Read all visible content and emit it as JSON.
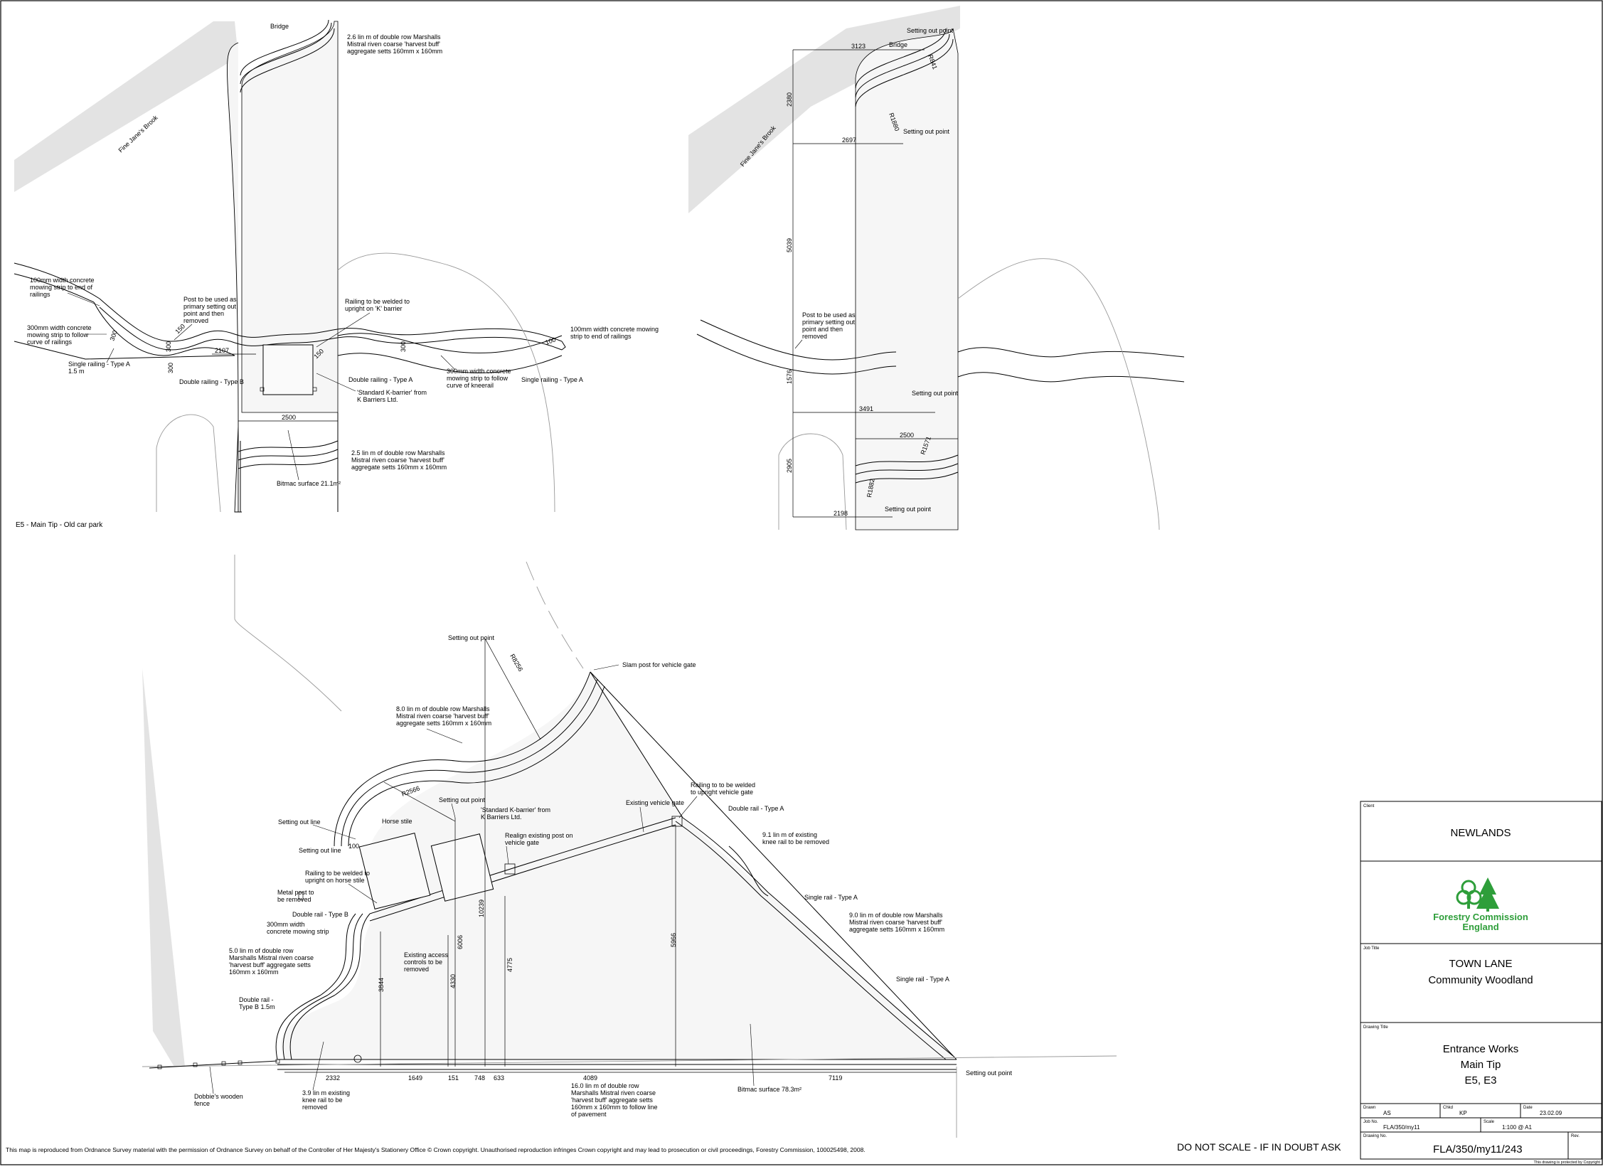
{
  "top_left": {
    "bridge": "Bridge",
    "brook": "Fine Jane's Brook",
    "setts_top": [
      "2.6 lin m of double row Marshalls",
      "Mistral riven coarse 'harvest buff'",
      "aggregate setts 160mm x 160mm"
    ],
    "mowing_end_left": [
      "100mm width concrete",
      "mowing strip to end of",
      "railings"
    ],
    "mowing_300_left": [
      "300mm width concrete",
      "mowing strip to follow",
      "curve of railings"
    ],
    "post_setting": [
      "Post to be used as",
      "primary setting out",
      "point and then",
      "removed"
    ],
    "railing_weld": [
      "Railing to be welded to",
      "upright on 'K' barrier"
    ],
    "mowing_end_right": [
      "100mm width concrete mowing",
      "strip to end of railings"
    ],
    "single_railing": [
      "Single railing - Type A",
      "1.5 m"
    ],
    "double_railing_b": "Double railing - Type B",
    "double_railing_a": "Double railing - Type A",
    "kbarrier": [
      "'Standard K-barrier' from",
      "K Barriers Ltd."
    ],
    "mowing_kneerail": [
      "300mm width concrete",
      "mowing strip to follow",
      "curve of kneerail"
    ],
    "single_railing_a": "Single railing - Type A",
    "setts_bottom": [
      "2.5 lin m of double row Marshalls",
      "Mistral riven coarse 'harvest buff'",
      "aggregate setts 160mm x 160mm"
    ],
    "bitmac": "Bitmac surface 21.1m²",
    "dims": {
      "d2107": "2107",
      "d2500": "2500",
      "d100": "100",
      "d300a": "300",
      "d300b": "300",
      "d300c": "300",
      "d300d": "300",
      "d150a": "150",
      "d150b": "150"
    }
  },
  "section_label": "E5 - Main Tip - Old car park",
  "top_right": {
    "brook": "Fine Jane's Brook",
    "bridge": "Bridge",
    "setting_out": "Setting out point",
    "post_setting": [
      "Post to be used as",
      "primary setting out",
      "point and then",
      "removed"
    ],
    "dims": {
      "d3123": "3123",
      "d2697": "2697",
      "d2380": "2380",
      "d5039": "5039",
      "d1576": "1576",
      "d3491": "3491",
      "d2500": "2500",
      "d2905": "2905",
      "d2198": "2198",
      "r1880": "R1880",
      "r1571": "R1571",
      "r1882": "R1882",
      "r841": "R841"
    }
  },
  "bottom": {
    "setting_out_point": "Setting out point",
    "slam_post": "Slam post for vehicle gate",
    "setts_8": [
      "8.0 lin m of double row Marshalls",
      "Mistral riven coarse 'harvest buff'",
      "aggregate setts 160mm x 160mm"
    ],
    "railing_gate": [
      "Railing to to be welded",
      "to upright vehicle gate"
    ],
    "existing_gate": "Existing vehicle gate",
    "double_rail_a": "Double rail - Type A",
    "kneerail_9_1": [
      "9.1 lin m of existing",
      "knee rail to be removed"
    ],
    "setting_out_line": "Setting out line",
    "horse_stile": "Horse stile",
    "kbarrier": [
      "'Standard K-barrier' from",
      "K Barriers Ltd."
    ],
    "realign": [
      "Realign existing post on",
      "vehicle gate"
    ],
    "railing_stile": [
      "Railing to be welded to",
      "upright on horse stile"
    ],
    "metal_post": [
      "Metal post to",
      "be removed"
    ],
    "double_rail_b": "Double rail - Type B",
    "mowing_300": [
      "300mm width",
      "concrete mowing strip"
    ],
    "single_rail_a": "Single rail - Type A",
    "setts_9": [
      "9.0 lin m of double row Marshalls",
      "Mistral riven coarse 'harvest buff'",
      "aggregate setts 160mm x 160mm"
    ],
    "setts_5": [
      "5.0 lin m of double row",
      "Marshalls Mistral riven coarse",
      "'harvest buff' aggregate setts",
      "160mm x 160mm"
    ],
    "access_controls": [
      "Existing access",
      "controls to be",
      "removed"
    ],
    "double_rail_b15": [
      "Double rail -",
      "Type B 1.5m"
    ],
    "dobbies": [
      "Dobbie's wooden",
      "fence"
    ],
    "kneerail_3_9": [
      "3.9 lin m existing",
      "knee rail to be",
      "removed"
    ],
    "setts_16": [
      "16.0 lin m of double row",
      "Marshalls Mistral riven coarse",
      "'harvest buff' aggregate setts",
      "160mm x 160mm to follow line",
      "of pavement"
    ],
    "bitmac": "Bitmac surface 78.3m²",
    "dims": {
      "d2332": "2332",
      "d1649": "1649",
      "d151": "151",
      "d748": "748",
      "d633": "633",
      "d4089": "4089",
      "d7119": "7119",
      "d3844": "3844",
      "d4330": "4330",
      "d6006": "6006",
      "d10239": "10239",
      "d4775": "4775",
      "d5966": "5966",
      "r8256": "R8256",
      "r2566": "R2566",
      "d100": "100"
    }
  },
  "notice": "This map is reproduced from Ordnance Survey material with the permission of Ordnance Survey on behalf of the Controller of Her Majesty's Stationery Office © Crown copyright. Unauthorised reproduction infringes Crown copyright and may lead to prosecution or civil proceedings, Forestry Commission, 100025498, 2008.",
  "do_not_scale": "DO NOT SCALE - IF IN DOUBT ASK",
  "title_block": {
    "client_label": "Client",
    "client": "NEWLANDS",
    "logo_text": [
      "Forestry Commission",
      "England"
    ],
    "job_title_label": "Job Title",
    "job_title": [
      "TOWN LANE",
      "Community Woodland"
    ],
    "drawing_title_label": "Drawing Title",
    "drawing_title": [
      "Entrance Works",
      "Main Tip",
      "E5, E3"
    ],
    "drawn_label": "Drawn",
    "drawn": "AS",
    "chkd_label": "Chkd",
    "chkd": "KP",
    "date_label": "Date",
    "date": "23.02.09",
    "job_no_label": "Job No.",
    "job_no": "FLA/350/my11",
    "scale_label": "Scale",
    "scale": "1:100 @ A1",
    "drawing_no_label": "Drawing No.",
    "drawing_no": "FLA/350/my11/243",
    "rev_label": "Rev.",
    "copyright": "This drawing is protected by Copyright"
  },
  "colors": {
    "logo_green": "#2e9e3a",
    "shade": "#e3e3e3"
  }
}
